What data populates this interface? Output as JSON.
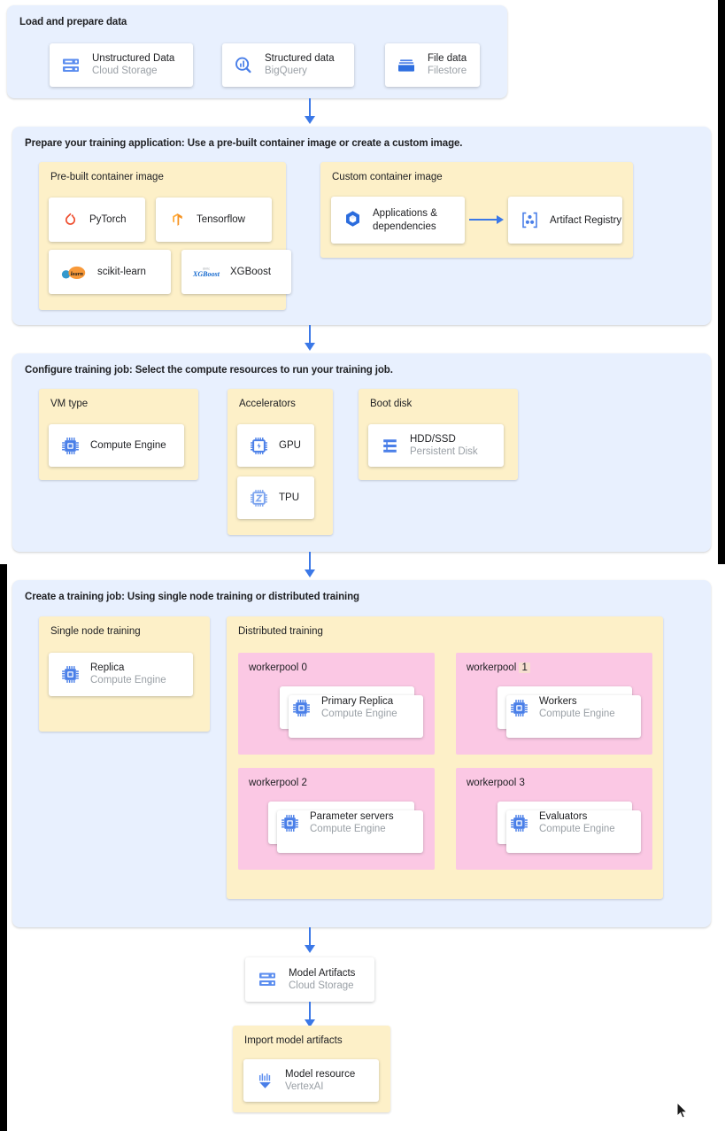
{
  "diagram": {
    "title": "Vertex AI custom training workflow",
    "colors": {
      "section_bg": "#e8f0fe",
      "group_bg": "#fdf0c8",
      "pool_bg": "#fbc8e4",
      "card_bg": "#ffffff",
      "arrow": "#3b78e7",
      "highlight": "#f6ded0",
      "subtitle_text": "#9aa0a6"
    }
  },
  "sections": [
    {
      "id": "load-and-prepare-data",
      "title": "Load and prepare data",
      "cards": [
        {
          "title": "Unstructured Data",
          "subtitle": "Cloud Storage",
          "icon": "cloud-storage-icon"
        },
        {
          "title": "Structured data",
          "subtitle": "BigQuery",
          "icon": "bigquery-icon"
        },
        {
          "title": "File data",
          "subtitle": "Filestore",
          "icon": "filestore-icon"
        }
      ]
    },
    {
      "id": "prepare-your-training-application",
      "title": "Prepare your training application: Use a pre-built container image or create a custom image.",
      "groups": [
        {
          "id": "pre-built-container-image",
          "title": "Pre-built container image",
          "cards": [
            {
              "title": "PyTorch",
              "icon": "pytorch-icon"
            },
            {
              "title": "Tensorflow",
              "icon": "tensorflow-icon"
            },
            {
              "title": "scikit-learn",
              "icon": "scikit-learn-icon"
            },
            {
              "title": "XGBoost",
              "icon": "xgboost-icon"
            }
          ]
        },
        {
          "id": "custom-container-image",
          "title": "Custom container image",
          "cards": [
            {
              "title": "Applications & dependencies",
              "icon": "container-cube-icon"
            },
            {
              "title": "Artifact Registry",
              "icon": "artifact-registry-icon"
            }
          ]
        }
      ]
    },
    {
      "id": "configure-training-job",
      "title": "Configure training job: Select the compute resources to run your training job.",
      "groups": [
        {
          "id": "vm-type",
          "title": "VM type",
          "cards": [
            {
              "title": "Compute Engine",
              "icon": "cpu-icon"
            }
          ]
        },
        {
          "id": "accelerators",
          "title": "Accelerators",
          "cards": [
            {
              "title": "GPU",
              "icon": "gpu-icon"
            },
            {
              "title": "TPU",
              "icon": "tpu-icon"
            }
          ]
        },
        {
          "id": "boot-disk",
          "title": "Boot disk",
          "cards": [
            {
              "title": "HDD/SSD",
              "subtitle": "Persistent Disk",
              "icon": "persistent-disk-icon"
            }
          ]
        }
      ]
    },
    {
      "id": "create-a-training-job",
      "title": "Create a training job: Using single node training or distributed training",
      "groups": [
        {
          "id": "single-node-training",
          "title": "Single node training",
          "cards": [
            {
              "title": "Replica",
              "subtitle": "Compute Engine",
              "icon": "cpu-icon"
            }
          ]
        },
        {
          "id": "distributed-training",
          "title": "Distributed training",
          "pools": [
            {
              "id": "workerpool-0",
              "label": "workerpool 0",
              "label_prefix": "workerpool ",
              "label_index": "0",
              "highlighted": false,
              "card": {
                "title": "Primary Replica",
                "subtitle": "Compute Engine",
                "icon": "cpu-icon"
              }
            },
            {
              "id": "workerpool-1",
              "label": "workerpool 1",
              "label_prefix": "workerpool ",
              "label_index": "1",
              "highlighted": true,
              "card": {
                "title": "Workers",
                "subtitle": "Compute Engine",
                "icon": "cpu-icon"
              }
            },
            {
              "id": "workerpool-2",
              "label": "workerpool 2",
              "label_prefix": "workerpool ",
              "label_index": "2",
              "highlighted": false,
              "card": {
                "title": "Parameter servers",
                "subtitle": "Compute Engine",
                "icon": "cpu-icon"
              }
            },
            {
              "id": "workerpool-3",
              "label": "workerpool 3",
              "label_prefix": "workerpool ",
              "label_index": "3",
              "highlighted": false,
              "card": {
                "title": "Evaluators",
                "subtitle": "Compute Engine",
                "icon": "cpu-icon"
              }
            }
          ]
        }
      ]
    }
  ],
  "output": {
    "model_artifacts": {
      "title": "Model Artifacts",
      "subtitle": "Cloud Storage",
      "icon": "cloud-storage-icon"
    },
    "import_group": {
      "id": "import-model-artifacts",
      "title": "Import model artifacts",
      "card": {
        "title": "Model resource",
        "subtitle": "VertexAI",
        "icon": "vertex-ai-icon"
      }
    }
  }
}
